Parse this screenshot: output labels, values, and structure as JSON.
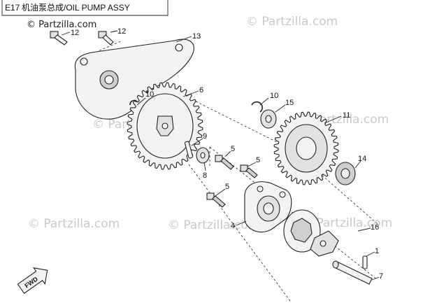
{
  "title": {
    "code": "E17",
    "text": "机油泵总成/OIL PUMP ASSY"
  },
  "watermarks": {
    "top": "© Partzilla.com",
    "repeat": "© Partzilla.com"
  },
  "badge": {
    "text": "FWD"
  },
  "callouts": [
    "1",
    "4",
    "5",
    "5",
    "5",
    "6",
    "7",
    "8",
    "9",
    "10",
    "10",
    "11",
    "12",
    "12",
    "13",
    "14",
    "15",
    "16"
  ]
}
